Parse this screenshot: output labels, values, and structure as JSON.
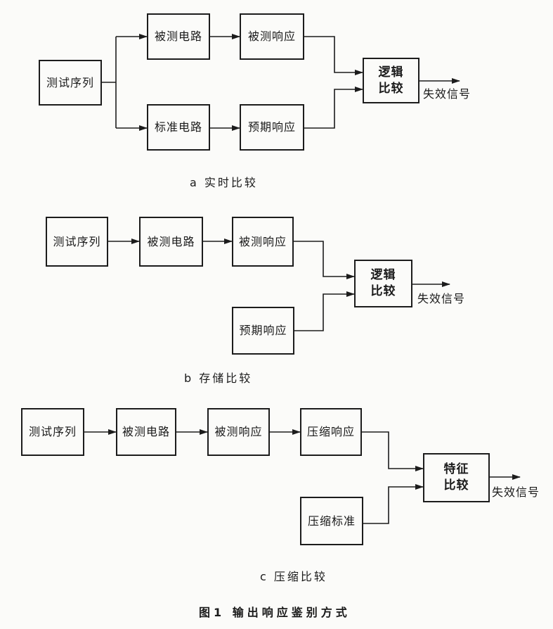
{
  "diagram_a": {
    "test_sequence": "测试序列",
    "circuit_under_test": "被测电路",
    "reference_circuit": "标准电路",
    "measured_response": "被测响应",
    "expected_response": "预期响应",
    "comparator_line1": "逻辑",
    "comparator_line2": "比较",
    "output": "失效信号",
    "caption": "a  实时比较"
  },
  "diagram_b": {
    "test_sequence": "测试序列",
    "circuit_under_test": "被测电路",
    "measured_response": "被测响应",
    "expected_response": "预期响应",
    "comparator_line1": "逻辑",
    "comparator_line2": "比较",
    "output": "失效信号",
    "caption": "b  存储比较"
  },
  "diagram_c": {
    "test_sequence": "测试序列",
    "circuit_under_test": "被测电路",
    "measured_response": "被测响应",
    "compressed_response": "压缩响应",
    "compressed_reference": "压缩标准",
    "comparator_line1": "特征",
    "comparator_line2": "比较",
    "output": "失效信号",
    "caption": "c  压缩比较"
  },
  "figure_caption": "图1   输出响应鉴别方式"
}
